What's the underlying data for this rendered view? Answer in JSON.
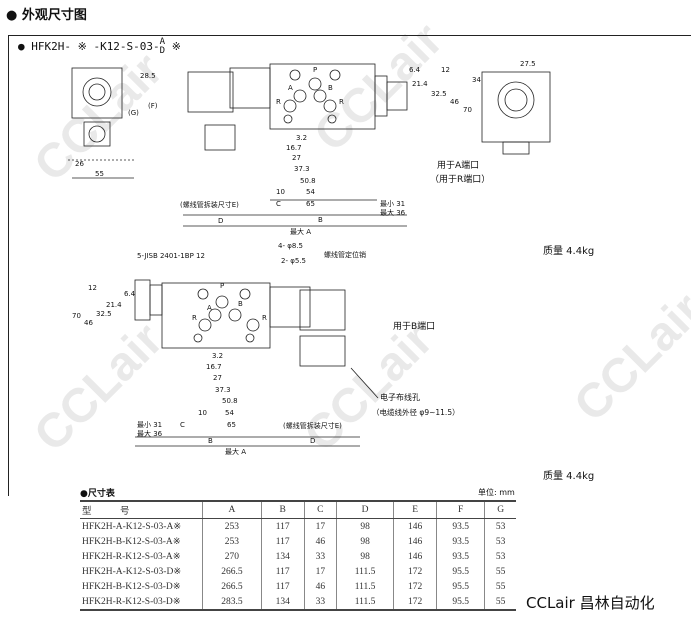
{
  "section_title": "● 外观尺寸图",
  "model": {
    "prefix": "● HFK2H- ※ -K12-S-03-",
    "frac_top": "A",
    "frac_bottom": "D",
    "suffix": " ※"
  },
  "watermark": "CCLair",
  "drawing_top": {
    "side_dims": [
      "28.5",
      "(G)",
      "(F)",
      "26",
      "55"
    ],
    "front_dims": [
      "3.2",
      "16.7",
      "27",
      "37.3",
      "50.8",
      "10",
      "54",
      "C",
      "65",
      "B",
      "D",
      "最大 A",
      "最小 31",
      "最大 36",
      "(螺线管拆装尺寸E)",
      "6.4",
      "12",
      "21.4",
      "32.5",
      "46",
      "70"
    ],
    "ports": [
      "P",
      "A",
      "B",
      "R",
      "R"
    ],
    "end_dims": [
      "27.5",
      "34"
    ],
    "note_a": "用于A端口",
    "note_r": "（用于R端口）",
    "mass": "质量 4.4kg"
  },
  "drawing_bottom": {
    "callouts": [
      "5-JISB 2401-1BP 12",
      "4- φ8.5",
      "2- φ5.5",
      "螺线管定位销"
    ],
    "dims": [
      "12",
      "6.4",
      "21.4",
      "32.5",
      "46",
      "70",
      "3.2",
      "16.7",
      "27",
      "37.3",
      "50.8",
      "10",
      "54",
      "65",
      "C",
      "B",
      "最大 A",
      "最小 31",
      "最大 36",
      "(螺线管拆装尺寸E)",
      "D"
    ],
    "ports": [
      "P",
      "A",
      "B",
      "R",
      "R"
    ],
    "note_b": "用于B端口",
    "wire_hole": "电子布线孔",
    "wire_dia": "（电缆线外径 φ9~11.5）",
    "mass": "质量 4.4kg"
  },
  "table": {
    "title": "●尺寸表",
    "unit": "单位: mm",
    "headers": [
      "型　　　号",
      "A",
      "B",
      "C",
      "D",
      "E",
      "F",
      "G"
    ],
    "rows": [
      [
        "HFK2H-A-K12-S-03-A※",
        "253",
        "117",
        "17",
        "98",
        "146",
        "93.5",
        "53"
      ],
      [
        "HFK2H-B-K12-S-03-A※",
        "253",
        "117",
        "46",
        "98",
        "146",
        "93.5",
        "53"
      ],
      [
        "HFK2H-R-K12-S-03-A※",
        "270",
        "134",
        "33",
        "98",
        "146",
        "93.5",
        "53"
      ],
      [
        "HFK2H-A-K12-S-03-D※",
        "266.5",
        "117",
        "17",
        "111.5",
        "172",
        "95.5",
        "55"
      ],
      [
        "HFK2H-B-K12-S-03-D※",
        "266.5",
        "117",
        "46",
        "111.5",
        "172",
        "95.5",
        "55"
      ],
      [
        "HFK2H-R-K12-S-03-D※",
        "283.5",
        "134",
        "33",
        "111.5",
        "172",
        "95.5",
        "55"
      ]
    ]
  },
  "brand": "CCLair 昌林自动化"
}
